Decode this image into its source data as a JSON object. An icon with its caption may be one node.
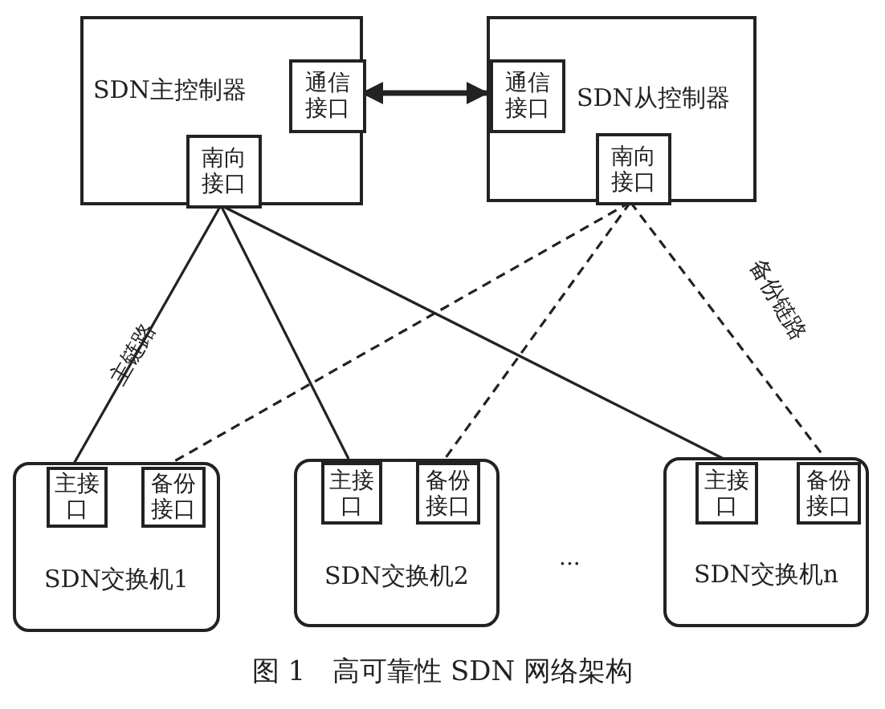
{
  "diagram": {
    "caption": "图 1　高可靠性 SDN 网络架构",
    "nodes": [
      {
        "text": [
          "SDN主控制器"
        ]
      },
      {
        "text": [
          "通信接口"
        ],
        "in": 0
      },
      {
        "text": [
          "南向接口"
        ],
        "in": 0
      },
      {
        "text": [
          "SDN从控制器"
        ]
      },
      {
        "text": [
          "通信接口"
        ],
        "in": 3
      },
      {
        "text": [
          "南向接口"
        ],
        "in": 3
      },
      {
        "text": [
          "SDN交换机1"
        ]
      },
      {
        "text": [
          "主接口"
        ],
        "in": 6
      },
      {
        "text": [
          "备份接口"
        ],
        "in": 6
      },
      {
        "text": [
          "SDN交换机2"
        ]
      },
      {
        "text": [
          "主接口"
        ],
        "in": 9
      },
      {
        "text": [
          "备份接口"
        ],
        "in": 9
      },
      {
        "text": [
          "SDN交换机n"
        ]
      },
      {
        "text": [
          "主接口"
        ],
        "in": 12
      },
      {
        "text": [
          "备份接口"
        ],
        "in": 12
      }
    ],
    "edges": [
      {
        "from": 1,
        "to": 4,
        "arrow": "both",
        "style": "thick"
      },
      {
        "from": 2,
        "to": 7,
        "arrow": "none"
      },
      {
        "from": 2,
        "to": 10,
        "arrow": "none"
      },
      {
        "from": 2,
        "to": 13,
        "arrow": "none"
      },
      {
        "from": 5,
        "to": 8,
        "arrow": "none",
        "style": "dashed"
      },
      {
        "from": 5,
        "to": 11,
        "arrow": "none",
        "style": "dashed"
      },
      {
        "from": 5,
        "to": 14,
        "arrow": "none",
        "style": "dashed"
      }
    ],
    "labels": [
      "主链路",
      "备份链路",
      "..."
    ]
  }
}
